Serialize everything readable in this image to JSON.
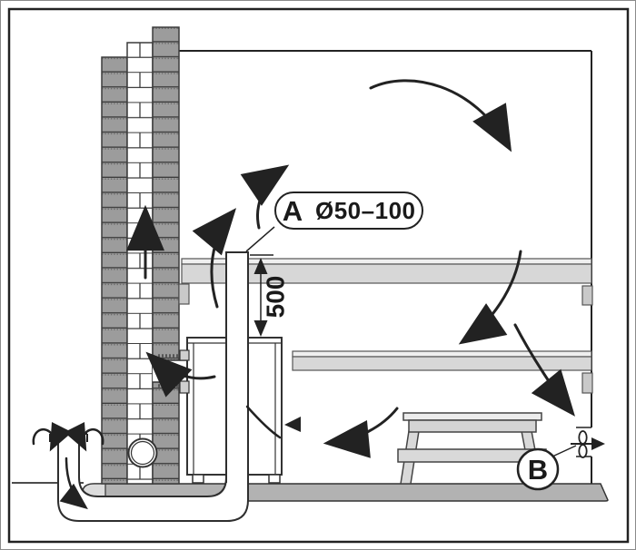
{
  "diagram": {
    "type": "sauna-ventilation-cross-section",
    "callout_a": {
      "letter": "A",
      "diameter": "Ø50–100"
    },
    "callout_b": {
      "letter": "B"
    },
    "dimension": {
      "height_mm": "500"
    },
    "colors": {
      "line": "#222222",
      "brick_gray": "#9c9c9c",
      "floor_gray": "#b2b2b2",
      "bench_gray": "#d7d7d7",
      "background": "#ffffff"
    },
    "icons": {
      "exhaust_fan": "propeller-fan-icon",
      "airflow": "curved-arrow-icon"
    }
  }
}
